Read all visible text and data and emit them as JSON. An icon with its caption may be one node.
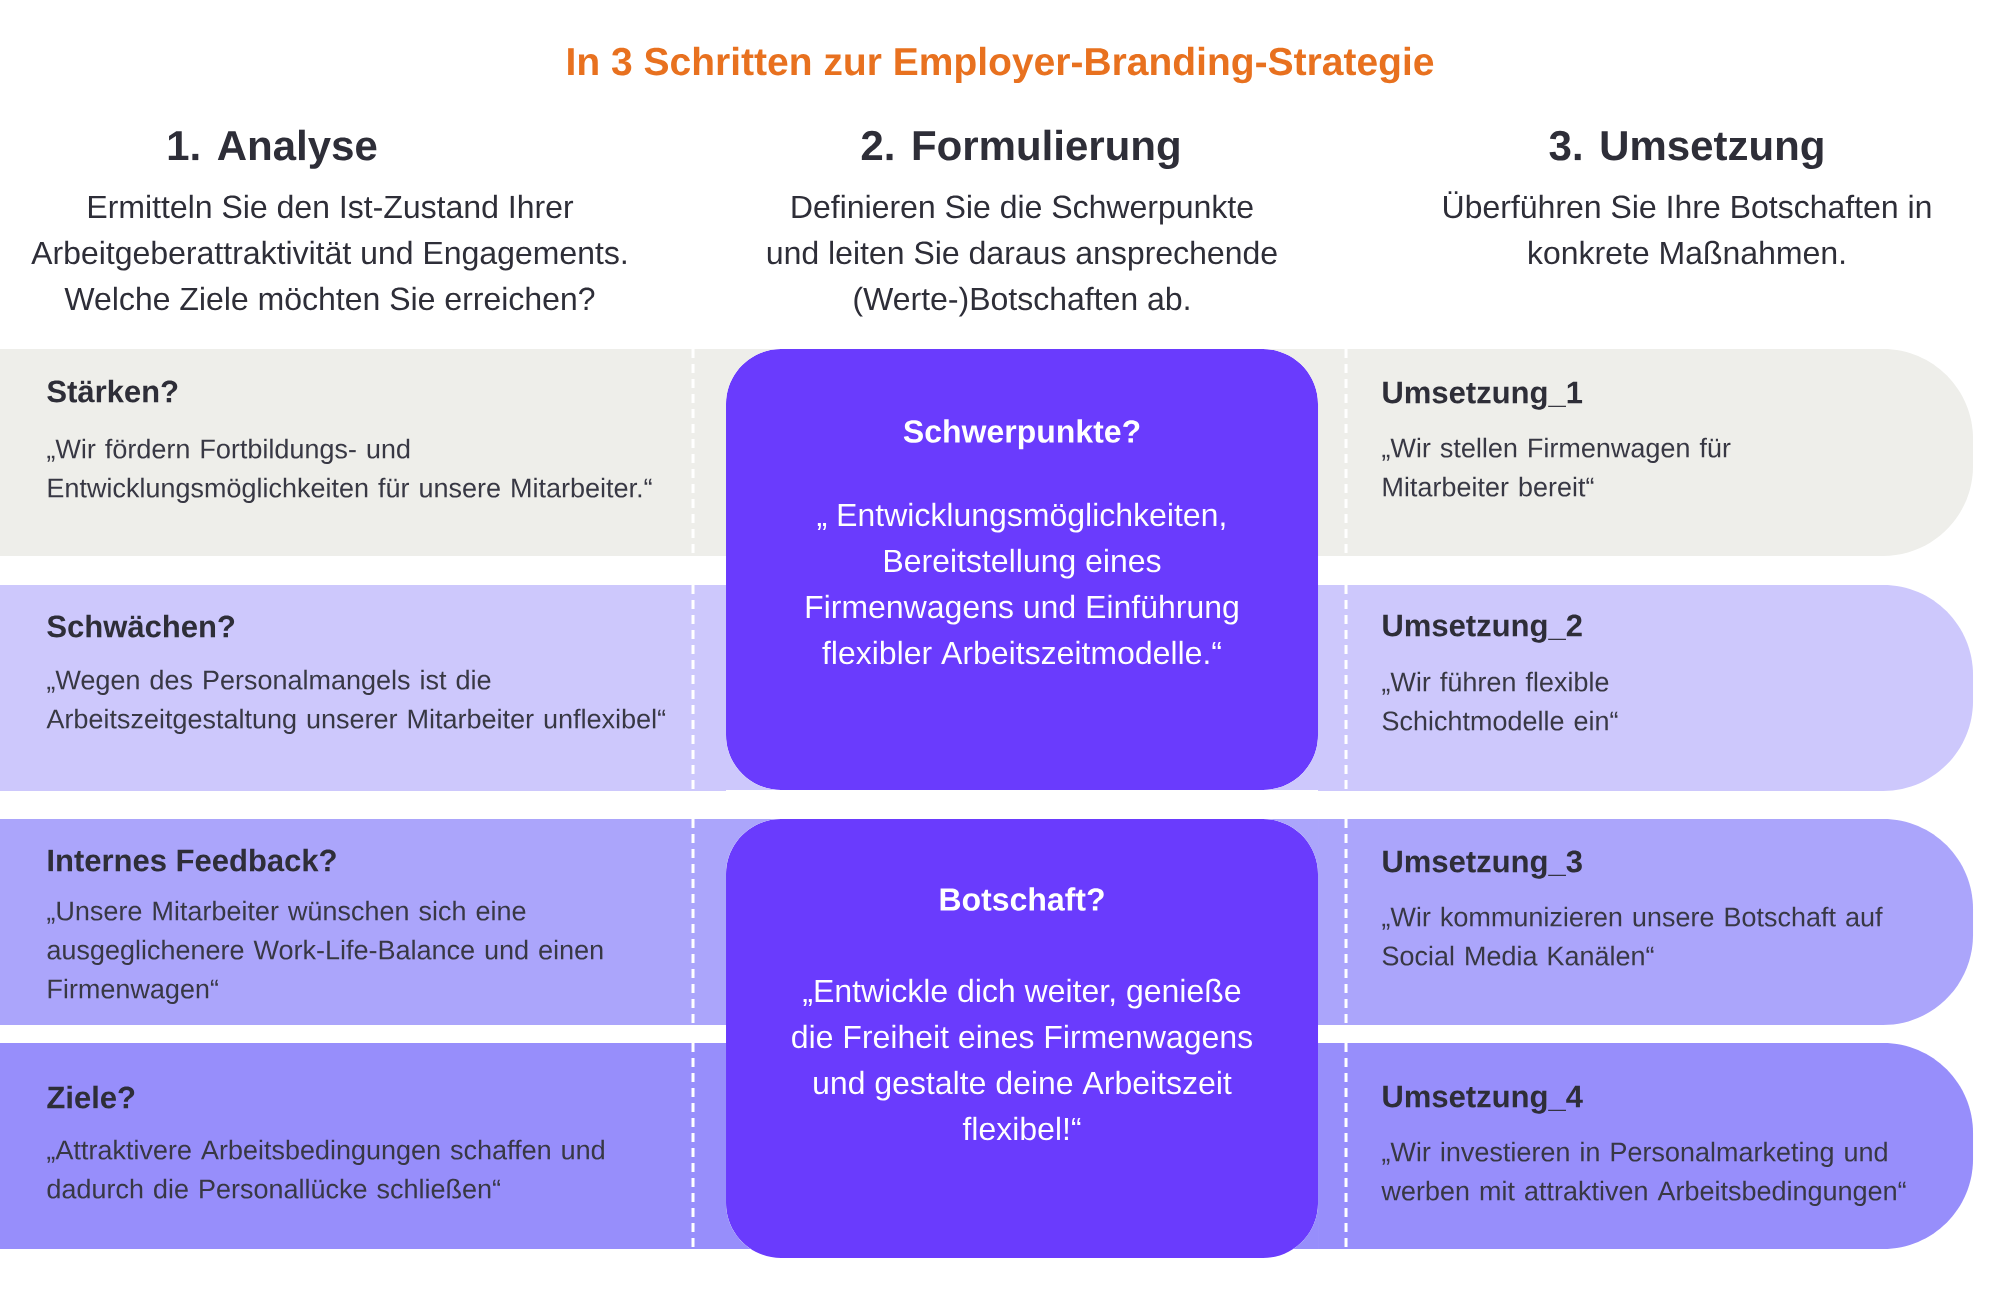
{
  "diagram": {
    "title": "In 3 Schritten zur Employer-Branding-Strategie",
    "nodes": [
      {
        "text": [
          "Stärken?",
          "„Wir fördern Fortbildungs- und Entwicklungsmöglichkeiten für unsere Mitarbeiter.“"
        ]
      },
      {
        "text": [
          "Schwerpunkte?",
          "„ Entwicklungsmöglichkeiten, Bereitstellung eines Firmenwagens und Einführung flexibler Arbeitszeitmodelle.“"
        ]
      },
      {
        "text": [
          "Umsetzung_1",
          "„Wir stellen Firmenwagen für Mitarbeiter bereit“"
        ]
      },
      {
        "text": [
          "Schwächen?",
          "„Wegen des Personalmangels ist die Arbeitszeitgestaltung unserer Mitarbeiter unflexibel“"
        ]
      },
      {
        "text": [
          "Umsetzung_2",
          "„Wir führen flexible Schichtmodelle ein“"
        ]
      },
      {
        "text": [
          "Internes Feedback?",
          "„Unsere Mitarbeiter wünschen sich eine ausgeglichenere Work-Life-Balance und einen Firmenwagen“"
        ]
      },
      {
        "text": [
          "Botschaft?",
          "„Entwickle dich weiter, genieße die Freiheit eines Firmenwagens und gestalte deine Arbeitszeit flexibel!“"
        ]
      },
      {
        "text": [
          "Umsetzung_3",
          "„Wir kommunizieren unsere Botschaft auf Social Media Kanälen“"
        ]
      },
      {
        "text": [
          "Ziele?",
          "„Attraktivere Arbeitsbedingungen schaffen und dadurch die Personallücke schließen“"
        ]
      },
      {
        "text": [
          "Umsetzung_4",
          "„Wir investieren in Personalmarketing und werben mit attraktiven Arbeitsbedingungen“"
        ]
      }
    ],
    "labels": [
      "1. Analyse",
      "2. Formulierung",
      "3. Umsetzung",
      "Ermitteln Sie den Ist-Zustand Ihrer Arbeitgeberattraktivität und Engagements. Welche Ziele möchten Sie erreichen?",
      "Definieren Sie die Schwerpunkte und leiten Sie daraus ansprechende (Werte-)Botschaften ab.",
      "Überführen Sie Ihre Botschaften in konkrete Maßnahmen."
    ]
  }
}
